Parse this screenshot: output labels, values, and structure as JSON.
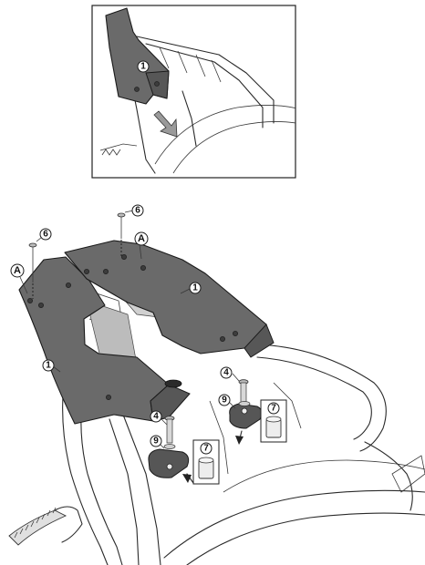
{
  "inset": {
    "callouts": [
      {
        "label": "1"
      }
    ]
  },
  "main": {
    "callouts": {
      "bolt_top": "6",
      "bolt_left": "6",
      "ref_right": "A",
      "ref_left": "A",
      "plate_right": "1",
      "plate_left": "1",
      "washer_right": "4",
      "washer_left": "4",
      "bracket_right": "9",
      "bracket_left": "9",
      "spacer_right": "7",
      "spacer_left": "7"
    }
  }
}
